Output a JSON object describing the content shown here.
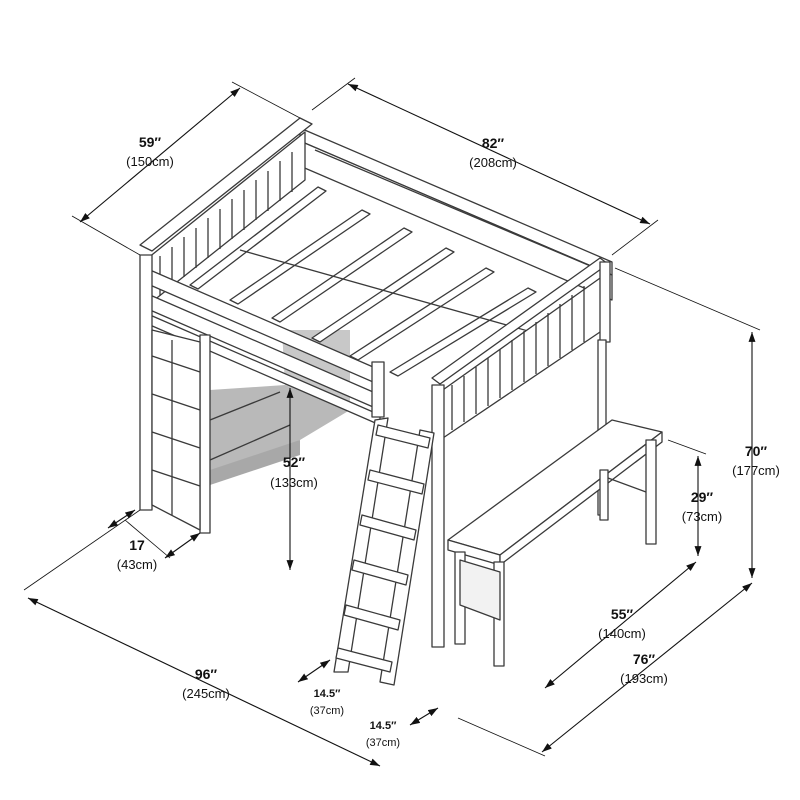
{
  "diagram": {
    "subject": "loft bed with shelves, ladder and desk",
    "dimensions": {
      "width_top": {
        "label": "59″",
        "sub": "(150cm)"
      },
      "length_top": {
        "label": "82″",
        "sub": "(208cm)"
      },
      "height_total": {
        "label": "70″",
        "sub": "(177cm)"
      },
      "under_bed": {
        "label": "52″",
        "sub": "(133cm)"
      },
      "desk_height": {
        "label": "29″",
        "sub": "(73cm)"
      },
      "desk_length": {
        "label": "55″",
        "sub": "(140cm)"
      },
      "overall_depth": {
        "label": "76″",
        "sub": "(193cm)"
      },
      "shelf_depth": {
        "label": "17",
        "sub": "(43cm)"
      },
      "overall_length": {
        "label": "96″",
        "sub": "(245cm)"
      },
      "ladder_a": {
        "label": "14.5″",
        "sub": "(37cm)"
      },
      "ladder_b": {
        "label": "14.5″",
        "sub": "(37cm)"
      }
    }
  }
}
